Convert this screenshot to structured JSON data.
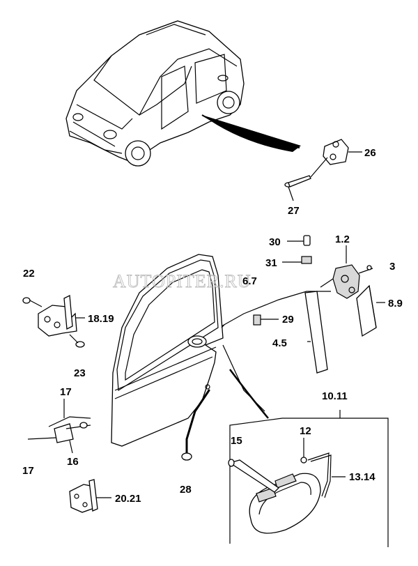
{
  "watermark": "AUTOPITER.RU",
  "labels": {
    "l26": "26",
    "l27": "27",
    "l30": "30",
    "l12a": "1.2",
    "l31": "31",
    "l3": "3",
    "l22": "22",
    "l67": "6.7",
    "l89": "8.9",
    "l1819": "18.19",
    "l29": "29",
    "l45": "4.5",
    "l23": "23",
    "l17a": "17",
    "l1011": "10.11",
    "l17b": "17",
    "l16": "16",
    "l15": "15",
    "l12b": "12",
    "l1314": "13.14",
    "l28": "28",
    "l2021": "20.21"
  }
}
